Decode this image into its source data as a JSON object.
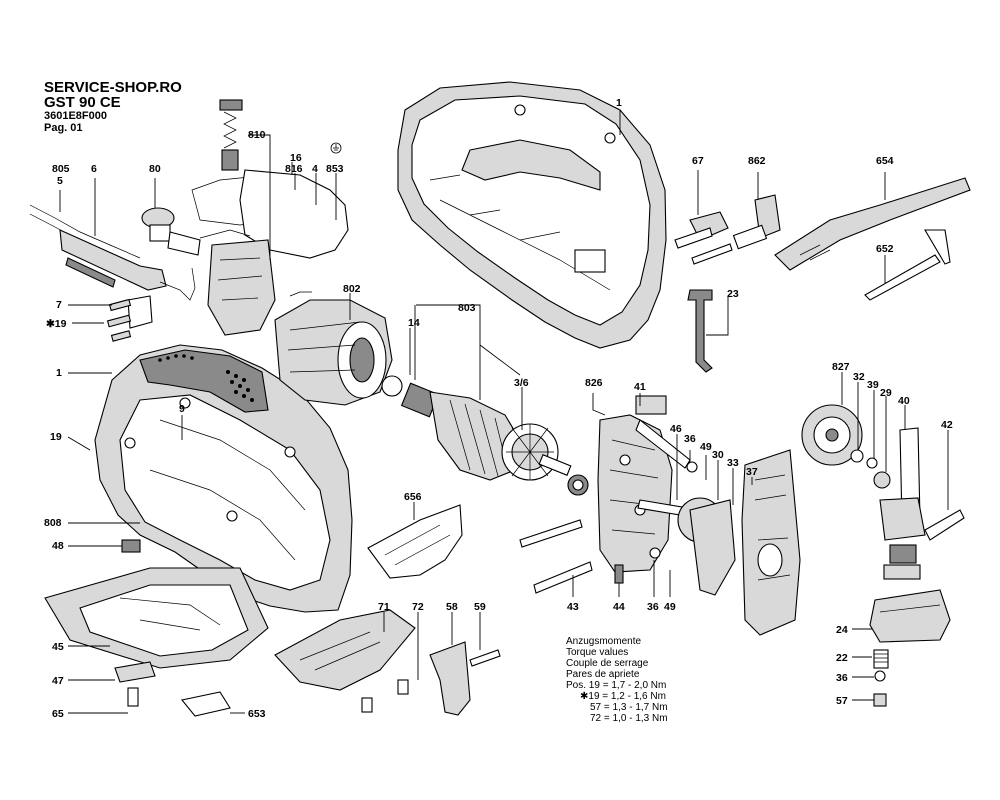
{
  "header": {
    "shop": "SERVICE-SHOP.RO",
    "model": "GST 90 CE",
    "code": "3601E8F000",
    "page": "Pag. 01"
  },
  "torque": {
    "lines": [
      "Anzugsmomente",
      "Torque values",
      "Couple de serrage",
      "Pares de apriete"
    ],
    "values": [
      {
        "prefix": "Pos.",
        "pos": "19",
        "value": "= 1,7 - 2,0 Nm"
      },
      {
        "prefix": "✱",
        "pos": "19",
        "value": "= 1,2 - 1,6 Nm"
      },
      {
        "prefix": "",
        "pos": "57",
        "value": "= 1,3 - 1,7 Nm"
      },
      {
        "prefix": "",
        "pos": "72",
        "value": "= 1,0 - 1,3 Nm"
      }
    ]
  },
  "callouts": {
    "c805": "805",
    "c5": "5",
    "c6": "6",
    "c80": "80",
    "c810": "810",
    "c16": "16",
    "c816": "816",
    "c4": "4",
    "c853": "853",
    "c1a": "1",
    "c67": "67",
    "c862": "862",
    "c654": "654",
    "c652": "652",
    "c7": "7",
    "c19s": "✱19",
    "c802": "802",
    "c803": "803",
    "c14": "14",
    "c23": "23",
    "c1b": "1",
    "c9": "9",
    "c36": "3/6",
    "c826": "826",
    "c41": "41",
    "c827": "827",
    "c32": "32",
    "c39": "39",
    "c29": "29",
    "c40": "40",
    "c42": "42",
    "c19": "19",
    "c46": "46",
    "c36b": "36",
    "c49": "49",
    "c30": "30",
    "c33": "33",
    "c37": "37",
    "c656": "656",
    "c808": "808",
    "c48": "48",
    "c43": "43",
    "c44": "44",
    "c36c": "36",
    "c49b": "49",
    "c71": "71",
    "c72": "72",
    "c58": "58",
    "c59": "59",
    "c24": "24",
    "c45": "45",
    "c22": "22",
    "c47": "47",
    "c36d": "36",
    "c65": "65",
    "c653": "653",
    "c57": "57"
  },
  "icons": {
    "ground": "ground-symbol-icon"
  }
}
